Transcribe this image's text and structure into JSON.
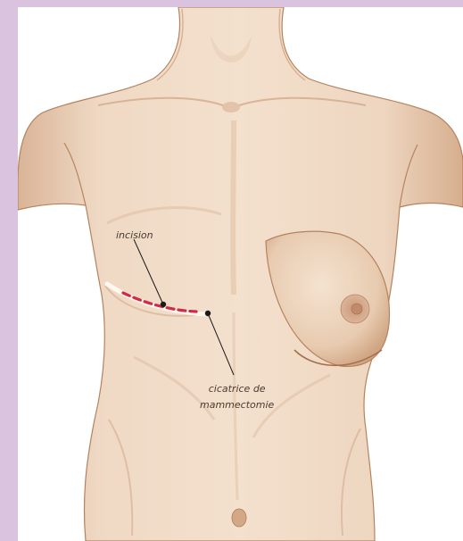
{
  "labels": {
    "incision": "incision",
    "scar_line1": "cicatrice de",
    "scar_line2": "mammectomie"
  },
  "colors": {
    "frame": "#d9c3de",
    "background": "#ffffff",
    "skin": "#edd4bd",
    "skin_shadow": "#d3ac8d",
    "skin_outline": "#b5825e",
    "incision_dash": "#d12a45",
    "scar": "#fff8ee",
    "marker": "#1b1b1b"
  }
}
